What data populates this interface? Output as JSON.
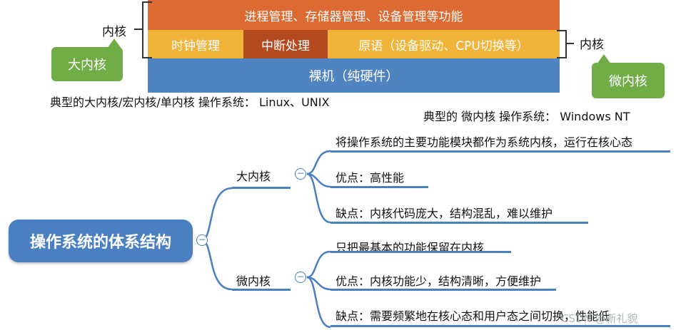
{
  "kernel_diagram": {
    "top_row": "进程管理、存储器管理、设备管理等功能",
    "clock": "时钟管理",
    "interrupt": "中断处理",
    "primitives": "原语（设备驱动、CPU切换等）",
    "bare_machine": "裸机（纯硬件）",
    "left_brace_label": "内核",
    "right_brace_label": "内核",
    "tag_macro": "大内核",
    "tag_micro": "微内核",
    "macro_examples": "典型的大内核/宏内核/单内核 操作系统： Linux、UNIX",
    "micro_examples": "典型的 微内核 操作系统： Windows NT",
    "colors": {
      "orange": "#dc6a32",
      "yellow": "#f0b43a",
      "dark_orange": "#b34a20",
      "blue": "#4f84c0",
      "green": "#70ad47"
    }
  },
  "mindmap": {
    "root": "操作系统的体系结构",
    "collapse_symbol": "−",
    "branches": [
      {
        "label": "大内核",
        "leaves": [
          "将操作系统的主要功能模块都作为系统内核，运行在核心态",
          "优点：高性能",
          "缺点：内核代码庞大，结构混乱，难以维护"
        ]
      },
      {
        "label": "微内核",
        "leaves": [
          "只把最基本的功能保留在内核",
          "优点：内核功能少，结构清晰，方便维护",
          "缺点：需要频繁地在核心态和用户态之间切换，性能低"
        ]
      }
    ]
  },
  "watermark": "CSDN @新礼貌"
}
